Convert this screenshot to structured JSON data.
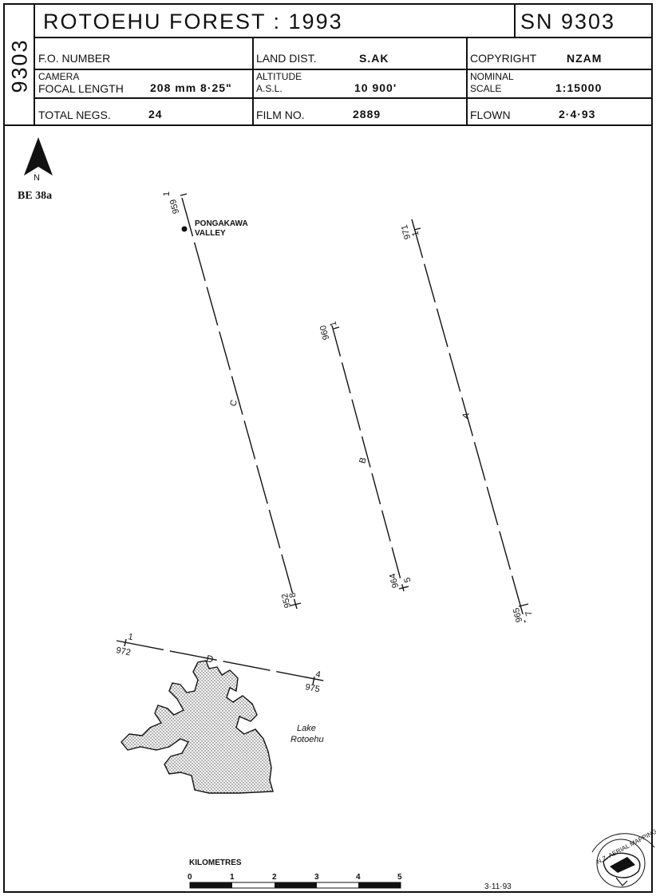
{
  "header": {
    "sheet_id": "9303",
    "title": "ROTOEHU FOREST : 1993",
    "sn": "SN 9303",
    "fo_number_label": "F.O. NUMBER",
    "land_dist_label": "LAND DIST.",
    "land_dist_value": "S.AK",
    "copyright_label": "COPYRIGHT",
    "copyright_value": "NZAM",
    "camera_label_1": "CAMERA",
    "camera_label_2": "FOCAL LENGTH",
    "camera_value": "208 mm 8·25\"",
    "altitude_label_1": "ALTITUDE",
    "altitude_label_2": "A.S.L.",
    "altitude_value": "10 900'",
    "scale_label_1": "NOMINAL",
    "scale_label_2": "SCALE",
    "scale_value": "1:15000",
    "total_negs_label": "TOTAL NEGS.",
    "total_negs_value": "24",
    "film_no_label": "FILM NO.",
    "film_no_value": "2889",
    "flown_label": "FLOWN",
    "flown_value": "2·4·93"
  },
  "map": {
    "north_label": "N",
    "map_ref": "BE 38a",
    "place_name_1": "PONGAKAWA",
    "place_name_2": "VALLEY",
    "lake_name_1": "Lake",
    "lake_name_2": "Rotoehu",
    "flight_lines": [
      {
        "name": "A",
        "start_frame": "1",
        "start_neg": "971",
        "end_frame": "7",
        "end_neg": "965"
      },
      {
        "name": "B",
        "start_frame": "1",
        "start_neg": "960",
        "end_frame": "5",
        "end_neg": "964"
      },
      {
        "name": "C",
        "start_frame": "1",
        "start_neg": "959",
        "end_frame": "8",
        "end_neg": "952"
      },
      {
        "name": "D",
        "start_frame": "1",
        "start_neg": "972",
        "end_frame": "4",
        "end_neg": "975"
      }
    ]
  },
  "scale_bar": {
    "title": "KILOMETRES",
    "ticks": [
      "0",
      "1",
      "2",
      "3",
      "4",
      "5"
    ]
  },
  "footer": {
    "date": "3·11·93",
    "logo_text": "N.Z. AERIAL MAPPING LTD"
  }
}
